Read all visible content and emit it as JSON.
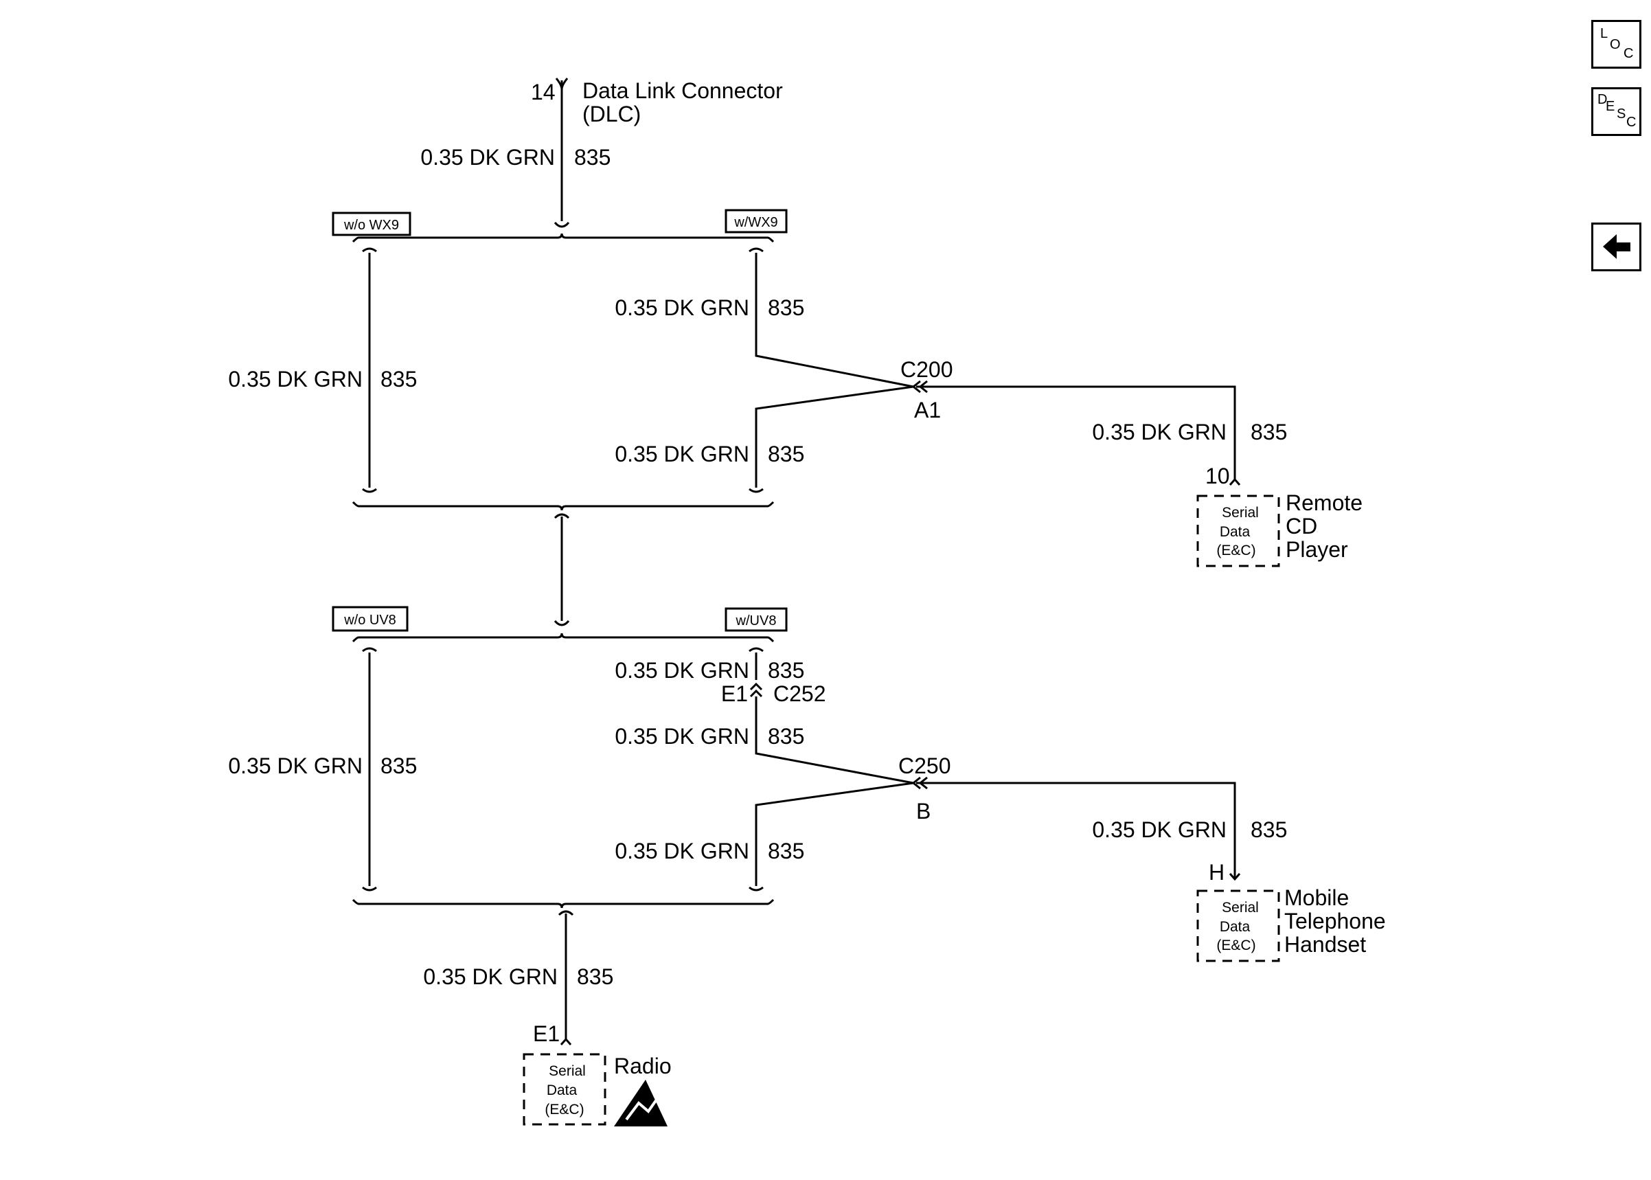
{
  "navigation": {
    "loc": {
      "letters": [
        "L",
        "O",
        "C"
      ]
    },
    "desc": {
      "letters": [
        "D",
        "E",
        "S",
        "C"
      ]
    },
    "back": {
      "icon": "left-arrow-icon"
    }
  },
  "wire": {
    "spec": "0.35 DK GRN",
    "circuit": "835"
  },
  "dlc": {
    "pin": "14",
    "name_line1": "Data Link Connector",
    "name_line2": "(DLC)"
  },
  "options": {
    "wo_wx9": "w/o WX9",
    "w_wx9": "w/WX9",
    "wo_uv8": "w/o UV8",
    "w_uv8": "w/UV8"
  },
  "connectors": {
    "c200": {
      "name": "C200",
      "pin": "A1"
    },
    "c250": {
      "name": "C250",
      "pin": "B"
    },
    "c252": {
      "name": "C252",
      "pin": "E1"
    }
  },
  "modules": {
    "remote_cd": {
      "pin": "10",
      "box_line1": "Serial",
      "box_line2": "Data",
      "box_line3": "(E&C)",
      "name_line1": "Remote",
      "name_line2": "CD",
      "name_line3": "Player"
    },
    "mobile_phone": {
      "pin": "H",
      "box_line1": "Serial",
      "box_line2": "Data",
      "box_line3": "(E&C)",
      "name_line1": "Mobile",
      "name_line2": "Telephone",
      "name_line3": "Handset"
    },
    "radio": {
      "pin": "E1",
      "box_line1": "Serial",
      "box_line2": "Data",
      "box_line3": "(E&C)",
      "name": "Radio",
      "esd_icon": "esd-warning-icon"
    }
  }
}
